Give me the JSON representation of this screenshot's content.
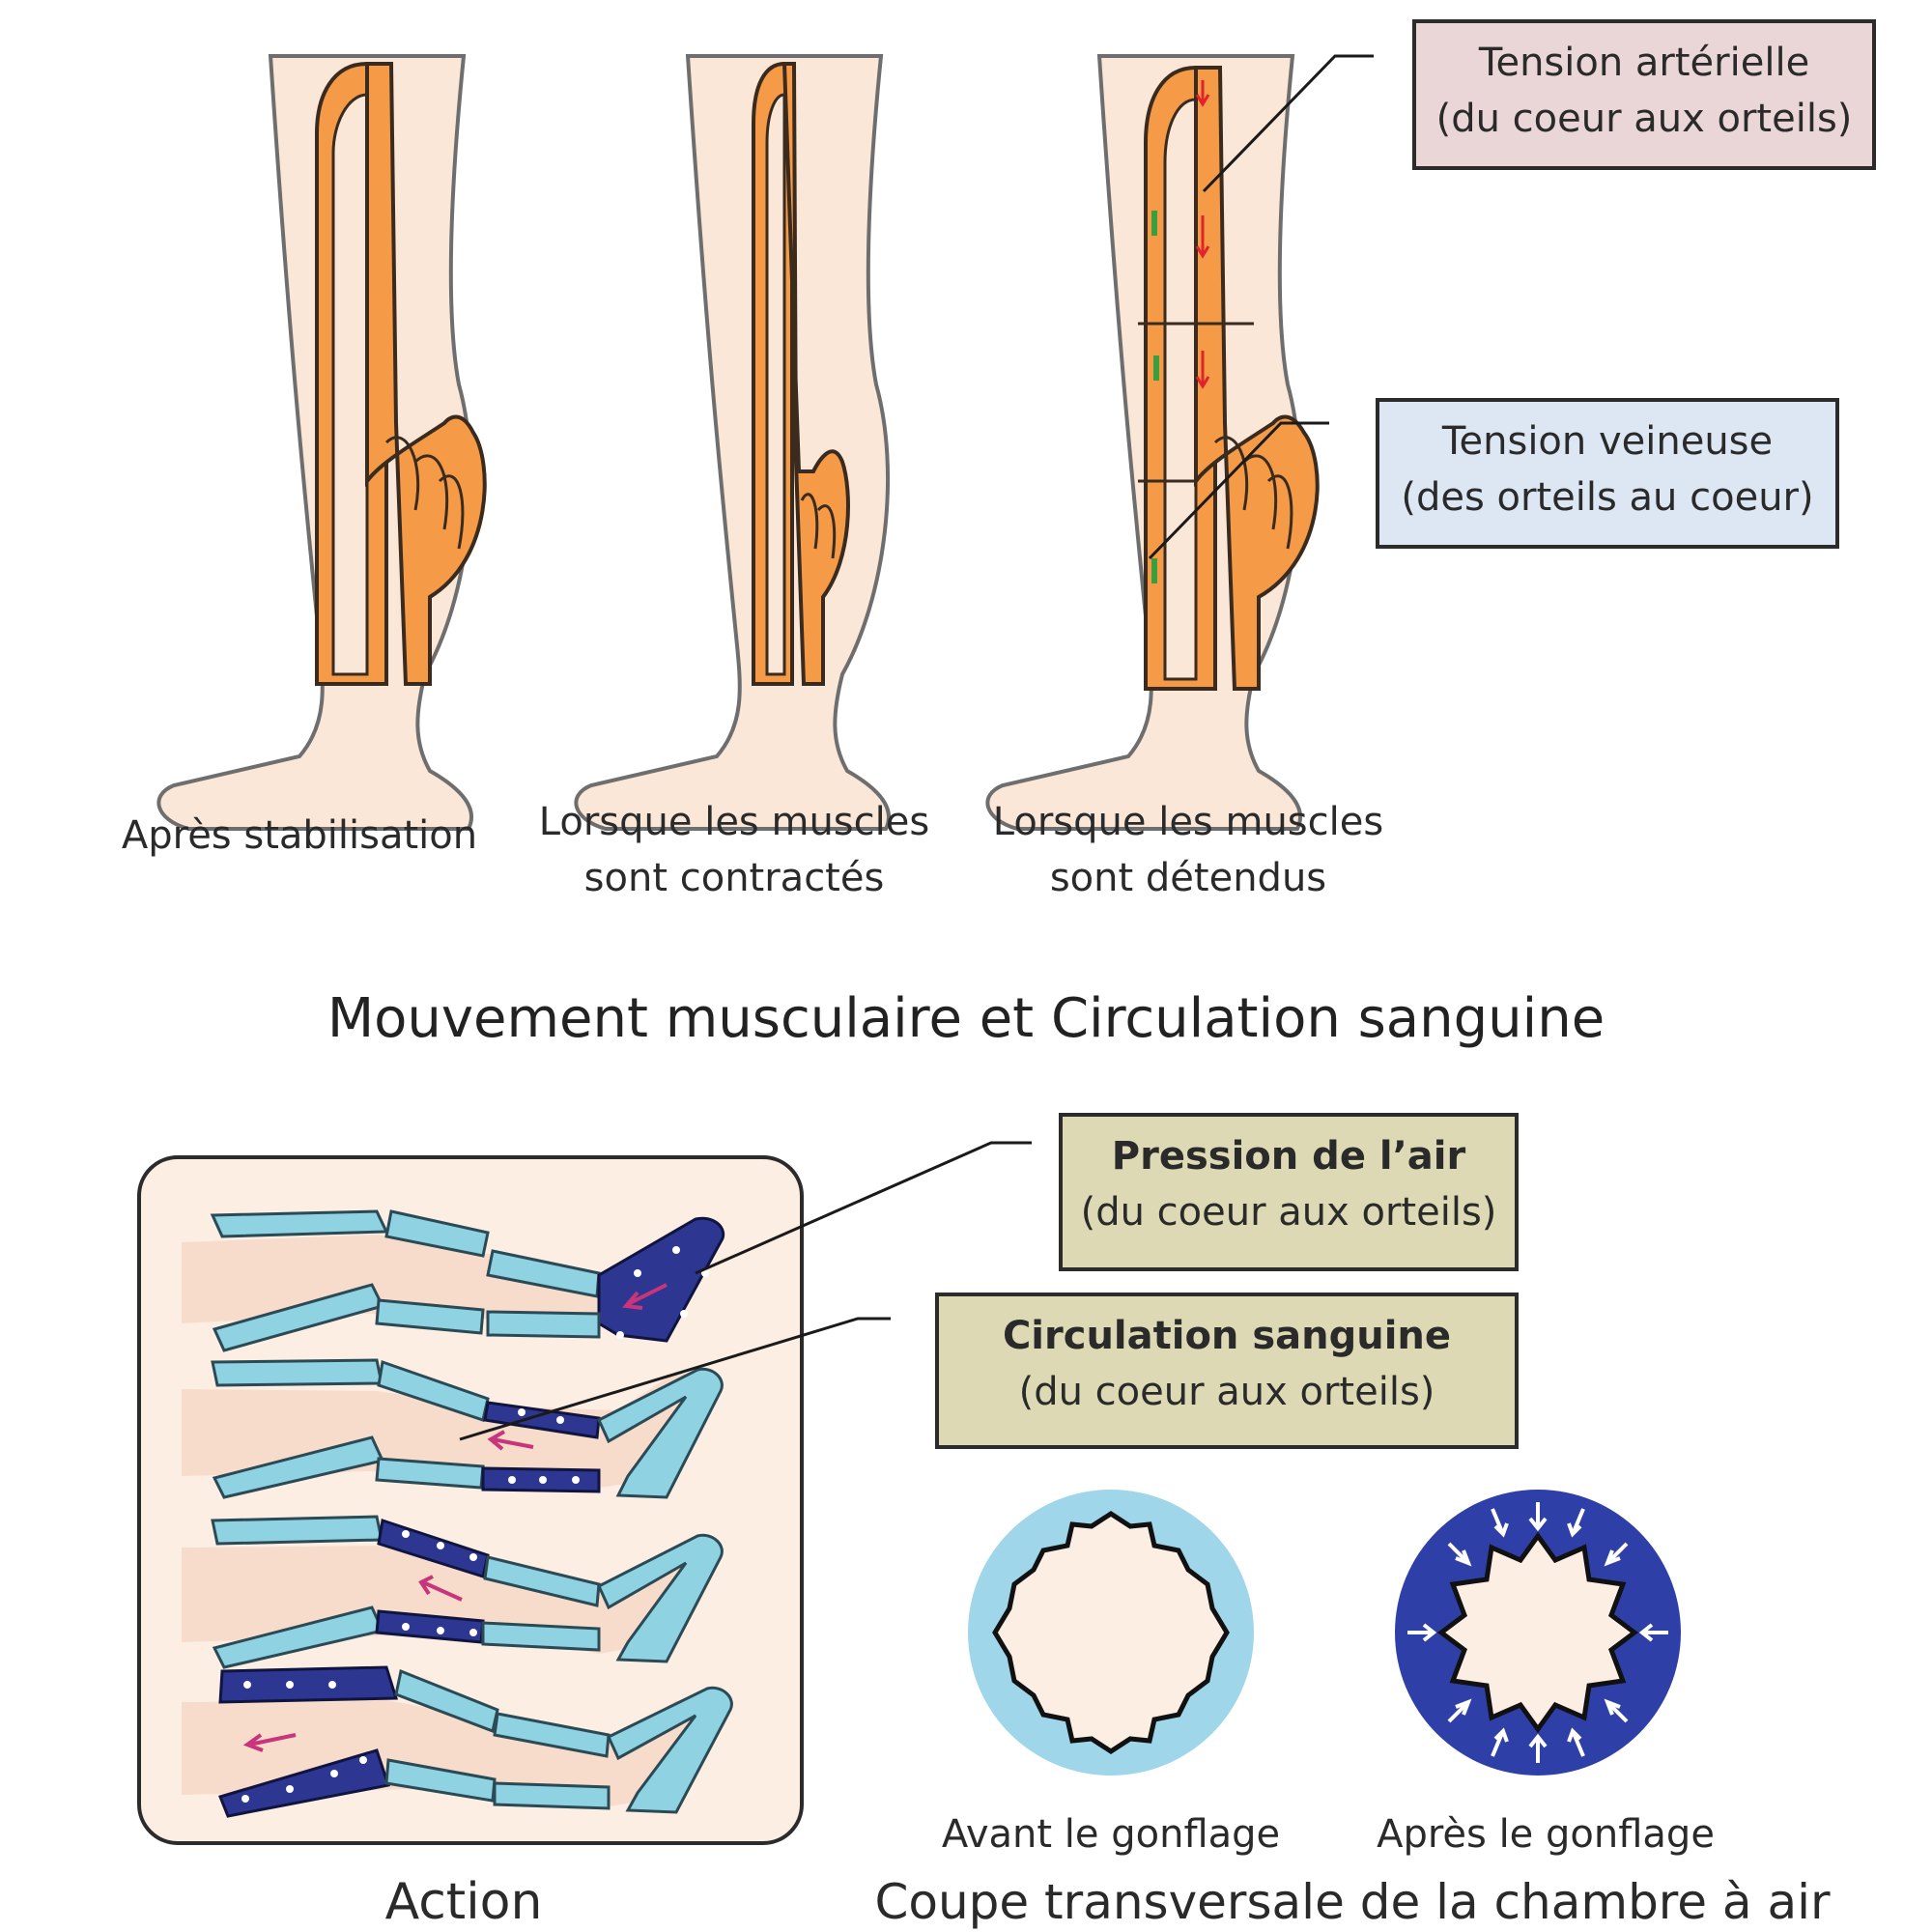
{
  "colors": {
    "skin": "#fbe7d8",
    "skin_outline": "#6e6e6e",
    "vessel": "#f59b47",
    "vessel_outline": "#3a2b1e",
    "arterial_arrow": "#e0242a",
    "venous_arrow": "#3c9d3c",
    "box_pink": "#ead6d6",
    "box_blue": "#dde6f3",
    "box_olive": "#dcd9b4",
    "chamber_light": "#8fd3e2",
    "chamber_dark": "#2d3690",
    "chamber_ring_light": "#9fd6ea",
    "chamber_ring_dark": "#2e40a8",
    "flow_arrow": "#c8357a"
  },
  "legs": [
    {
      "caption": [
        "Après stabilisation"
      ]
    },
    {
      "caption": [
        "Lorsque les muscles",
        "sont contractés"
      ]
    },
    {
      "caption": [
        "Lorsque les muscles",
        "sont détendus"
      ]
    }
  ],
  "callouts": {
    "arterial": {
      "line1": "Tension artérielle",
      "line2": "(du coeur aux orteils)"
    },
    "venous": {
      "line1": "Tension veineuse",
      "line2": "(des orteils au coeur)"
    },
    "air_pressure": {
      "line1": "Pression de l’air",
      "line2": "(du coeur aux orteils)"
    },
    "blood_flow": {
      "line1": "Circulation sanguine",
      "line2": "(du coeur aux orteils)"
    }
  },
  "section_title": "Mouvement musculaire et Circulation sanguine",
  "action_label": "Action",
  "cross_section": {
    "before_label": "Avant le gonflage",
    "after_label": "Après le gonflage",
    "title": "Coupe transversale de la chambre à air"
  }
}
